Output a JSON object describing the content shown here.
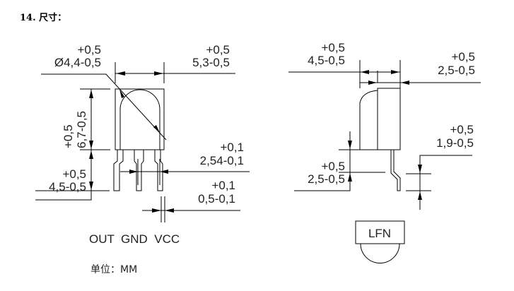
{
  "section_title": "14. 尺寸：",
  "front_view": {
    "dome_diameter": {
      "tol": "+0,5",
      "value": "Ø4,4-0,5"
    },
    "body_width": {
      "tol": "+0,5",
      "value": "5,3-0,5"
    },
    "body_height": {
      "tol": "+0,5",
      "value": "6,7-0,5"
    },
    "lead_length": {
      "tol": "+0,5",
      "value": "4,5-0,5"
    },
    "pin_pitch": {
      "tol": "+0,1",
      "value": "2,54-0,1"
    },
    "pin_width": {
      "tol": "+0,1",
      "value": "0,5-0,1"
    },
    "pin_labels": "OUT  GND  VCC",
    "unit": "单位：MM"
  },
  "side_view": {
    "depth": {
      "tol": "+0,5",
      "value": "4,5-0,5"
    },
    "rear_depth": {
      "tol": "+0,5",
      "value": "2,5-0,5"
    },
    "bend_offset": {
      "tol": "+0,5",
      "value": "2,5-0,5"
    },
    "bend_length": {
      "tol": "+0,5",
      "value": "1,9-0,5"
    },
    "marking": "LFN"
  }
}
